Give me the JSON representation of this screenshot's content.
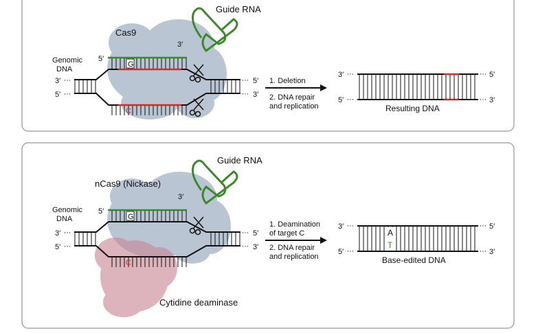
{
  "panels": [
    {
      "protein_label": "Cas9",
      "guide_label": "Guide RNA",
      "guide_end": "3′",
      "genomic_label_line1": "Genomic",
      "genomic_label_line2": "DNA",
      "top_five": "5′",
      "left_three": "3′",
      "left_five": "5′",
      "right_five": "5′",
      "right_three": "3′",
      "base_top": "G",
      "base_bottom": "C",
      "step1": "1. Deletion",
      "step2_line1": "2. DNA repair",
      "step2_line2": "and replication",
      "result_top_left": "3′",
      "result_bottom_left": "5′",
      "result_top_right": "5′",
      "result_bottom_right": "3′",
      "result_label": "Resulting DNA"
    },
    {
      "protein_label": "nCas9 (Nickase)",
      "guide_label": "Guide RNA",
      "guide_end": "3′",
      "genomic_label_line1": "Genomic",
      "genomic_label_line2": "DNA",
      "top_five": "5′",
      "left_three": "3′",
      "left_five": "5′",
      "right_five": "5′",
      "right_three": "3′",
      "base_top": "G",
      "base_bottom": "C",
      "step1_line1": "1. Deamination",
      "step1_line2": "of target C",
      "step2_line1": "2. DNA repair",
      "step2_line2": "and replication",
      "result_top_left": "3′",
      "result_bottom_left": "5′",
      "result_top_right": "5′",
      "result_bottom_right": "3′",
      "edited_top": "A",
      "edited_bottom": "T",
      "result_label": "Base-edited DNA",
      "enzyme_label": "Cytidine deaminase"
    }
  ],
  "colors": {
    "guide_rna": "#3a8a2a",
    "target_red": "#d82a2a",
    "protein_blue": "#8fa3b8",
    "deaminase_pink": "#c98594",
    "strand": "#111111",
    "panel_border": "#a8a8a8"
  }
}
